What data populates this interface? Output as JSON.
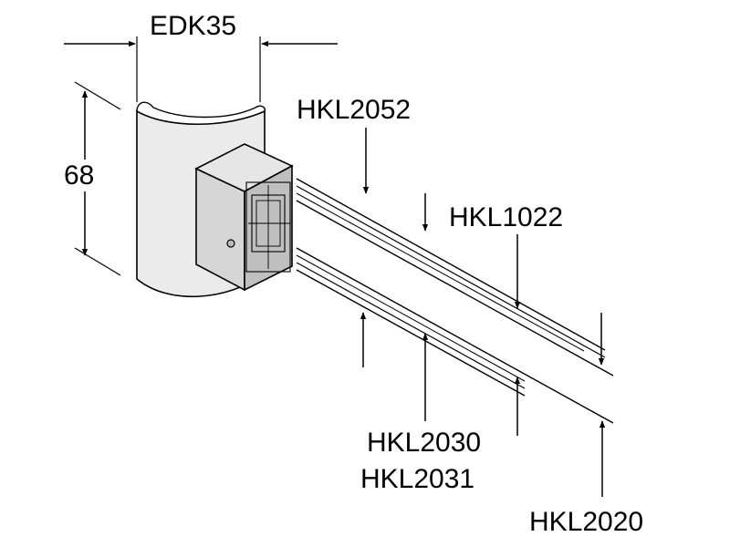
{
  "labels": {
    "edk35": "EDK35",
    "height_68": "68",
    "hkl2052": "HKL2052",
    "hkl1022": "HKL1022",
    "hkl2030": "HKL2030",
    "hkl2031": "HKL2031",
    "hkl2020": "HKL2020"
  },
  "colors": {
    "line": "#000000",
    "body": "#ebebeb",
    "box_face": "#d6d6d6",
    "box_top": "#e6e6e6",
    "box_side": "#bfbfbf",
    "background": "#ffffff"
  }
}
